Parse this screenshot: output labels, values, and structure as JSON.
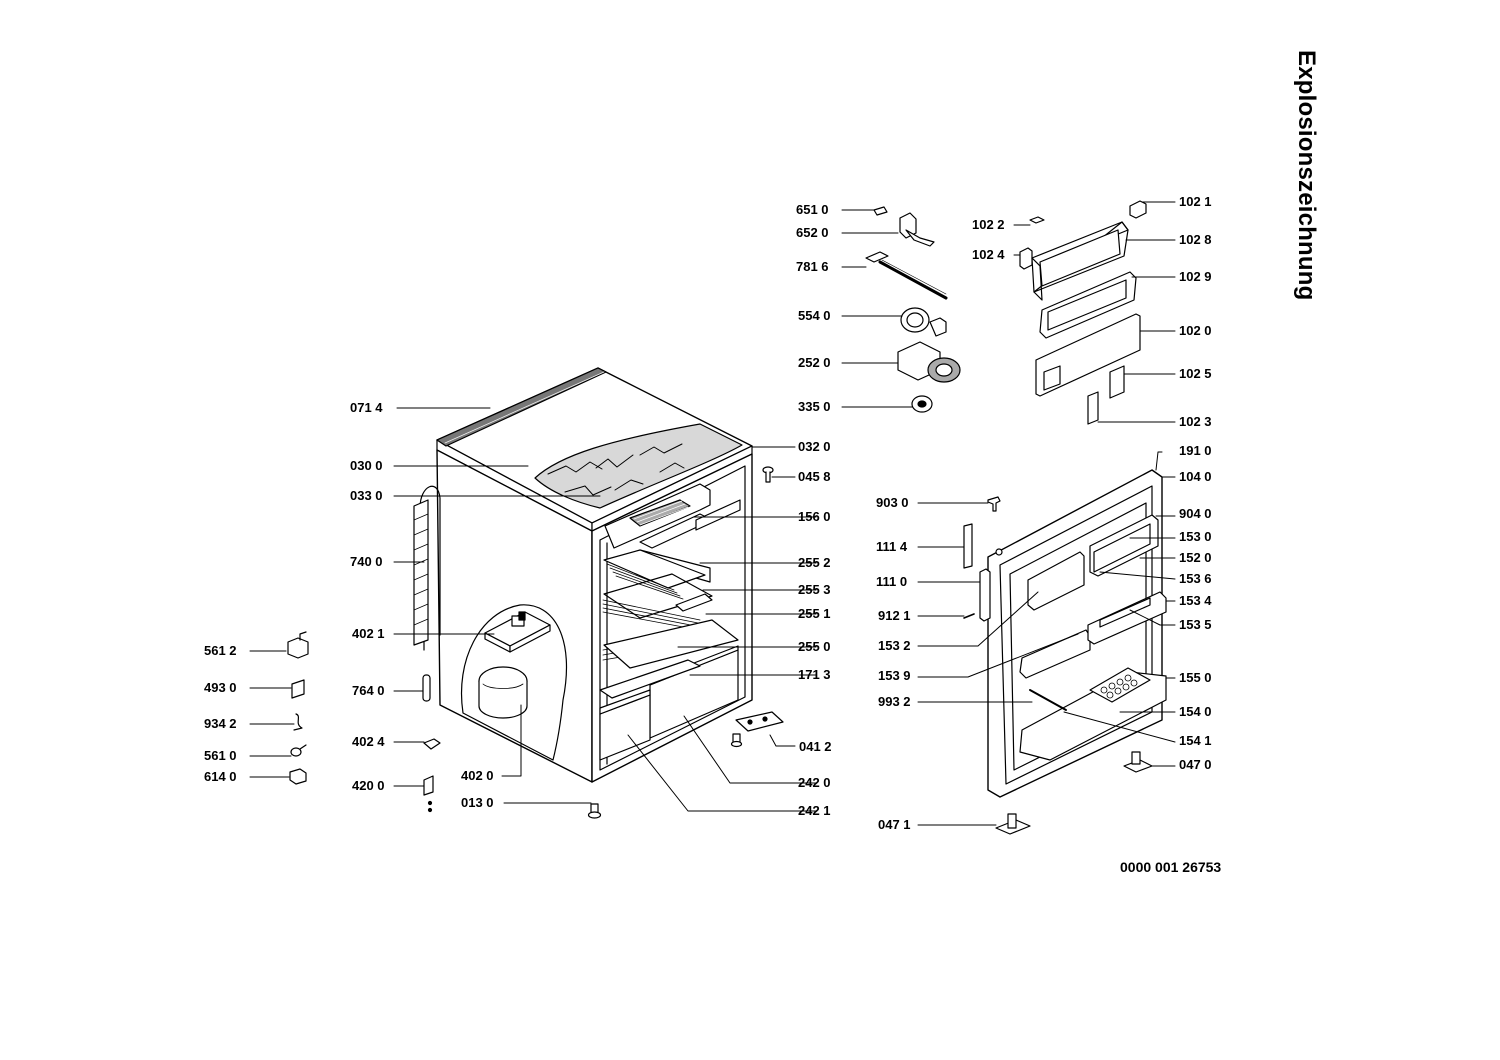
{
  "title": "Explosionszeichnung",
  "document_number": "0000 001 26753",
  "part_labels": [
    {
      "id": "p0714",
      "text": "071 4"
    },
    {
      "id": "p0300",
      "text": "030 0"
    },
    {
      "id": "p0330",
      "text": "033 0"
    },
    {
      "id": "p7400",
      "text": "740 0"
    },
    {
      "id": "p4021",
      "text": "402 1"
    },
    {
      "id": "p7640",
      "text": "764 0"
    },
    {
      "id": "p4024",
      "text": "402 4"
    },
    {
      "id": "p4200",
      "text": "420 0"
    },
    {
      "id": "p4020",
      "text": "402 0"
    },
    {
      "id": "p0130",
      "text": "013 0"
    },
    {
      "id": "p5612",
      "text": "561 2"
    },
    {
      "id": "p4930",
      "text": "493 0"
    },
    {
      "id": "p9342",
      "text": "934 2"
    },
    {
      "id": "p5610",
      "text": "561 0"
    },
    {
      "id": "p6140",
      "text": "614 0"
    },
    {
      "id": "p6510",
      "text": "651 0"
    },
    {
      "id": "p6520",
      "text": "652 0"
    },
    {
      "id": "p7816",
      "text": "781 6"
    },
    {
      "id": "p5540",
      "text": "554 0"
    },
    {
      "id": "p2520",
      "text": "252 0"
    },
    {
      "id": "p3350",
      "text": "335 0"
    },
    {
      "id": "p0320",
      "text": "032 0"
    },
    {
      "id": "p0458",
      "text": "045 8"
    },
    {
      "id": "p1560",
      "text": "156 0"
    },
    {
      "id": "p2552",
      "text": "255 2"
    },
    {
      "id": "p2553",
      "text": "255 3"
    },
    {
      "id": "p2551",
      "text": "255 1"
    },
    {
      "id": "p2550",
      "text": "255 0"
    },
    {
      "id": "p1713",
      "text": "171 3"
    },
    {
      "id": "p0412",
      "text": "041 2"
    },
    {
      "id": "p2420",
      "text": "242 0"
    },
    {
      "id": "p2421",
      "text": "242 1"
    },
    {
      "id": "p1022",
      "text": "102 2"
    },
    {
      "id": "p1024",
      "text": "102 4"
    },
    {
      "id": "p1021",
      "text": "102 1"
    },
    {
      "id": "p1028",
      "text": "102 8"
    },
    {
      "id": "p1029",
      "text": "102 9"
    },
    {
      "id": "p1020",
      "text": "102 0"
    },
    {
      "id": "p1025",
      "text": "102 5"
    },
    {
      "id": "p1023",
      "text": "102 3"
    },
    {
      "id": "p9030",
      "text": "903 0"
    },
    {
      "id": "p1114",
      "text": "111 4"
    },
    {
      "id": "p1110",
      "text": "111 0"
    },
    {
      "id": "p9121",
      "text": "912 1"
    },
    {
      "id": "p1532",
      "text": "153 2"
    },
    {
      "id": "p1539",
      "text": "153 9"
    },
    {
      "id": "p9932",
      "text": "993 2"
    },
    {
      "id": "p0471",
      "text": "047 1"
    },
    {
      "id": "p1910",
      "text": "191 0"
    },
    {
      "id": "p1040",
      "text": "104 0"
    },
    {
      "id": "p9040",
      "text": "904 0"
    },
    {
      "id": "p1530",
      "text": "153 0"
    },
    {
      "id": "p1520",
      "text": "152 0"
    },
    {
      "id": "p1536",
      "text": "153 6"
    },
    {
      "id": "p1534",
      "text": "153 4"
    },
    {
      "id": "p1535",
      "text": "153 5"
    },
    {
      "id": "p1550",
      "text": "155 0"
    },
    {
      "id": "p1540",
      "text": "154 0"
    },
    {
      "id": "p1541",
      "text": "154 1"
    },
    {
      "id": "p0470",
      "text": "047 0"
    }
  ]
}
